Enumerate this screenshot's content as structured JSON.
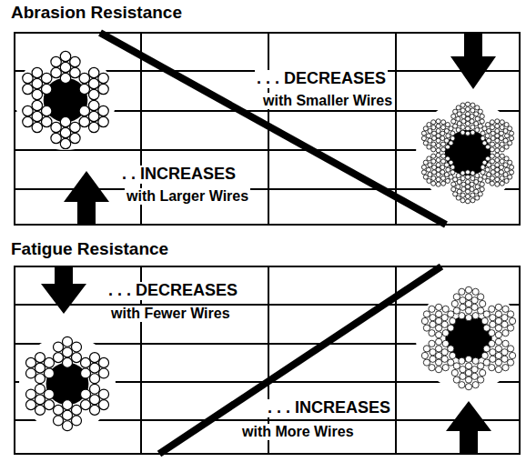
{
  "diagram": {
    "nodes": [
      {
        "text": [
          "Abrasion Resistance",
          ". . . DECREASES",
          "with Smaller Wires",
          ". . INCREASES",
          "with Larger Wires"
        ]
      },
      {
        "text": [
          "Fatigue Resistance",
          ". . . DECREASES",
          "with Fewer Wires",
          ". . . INCREASES",
          "with More Wires"
        ]
      }
    ]
  }
}
